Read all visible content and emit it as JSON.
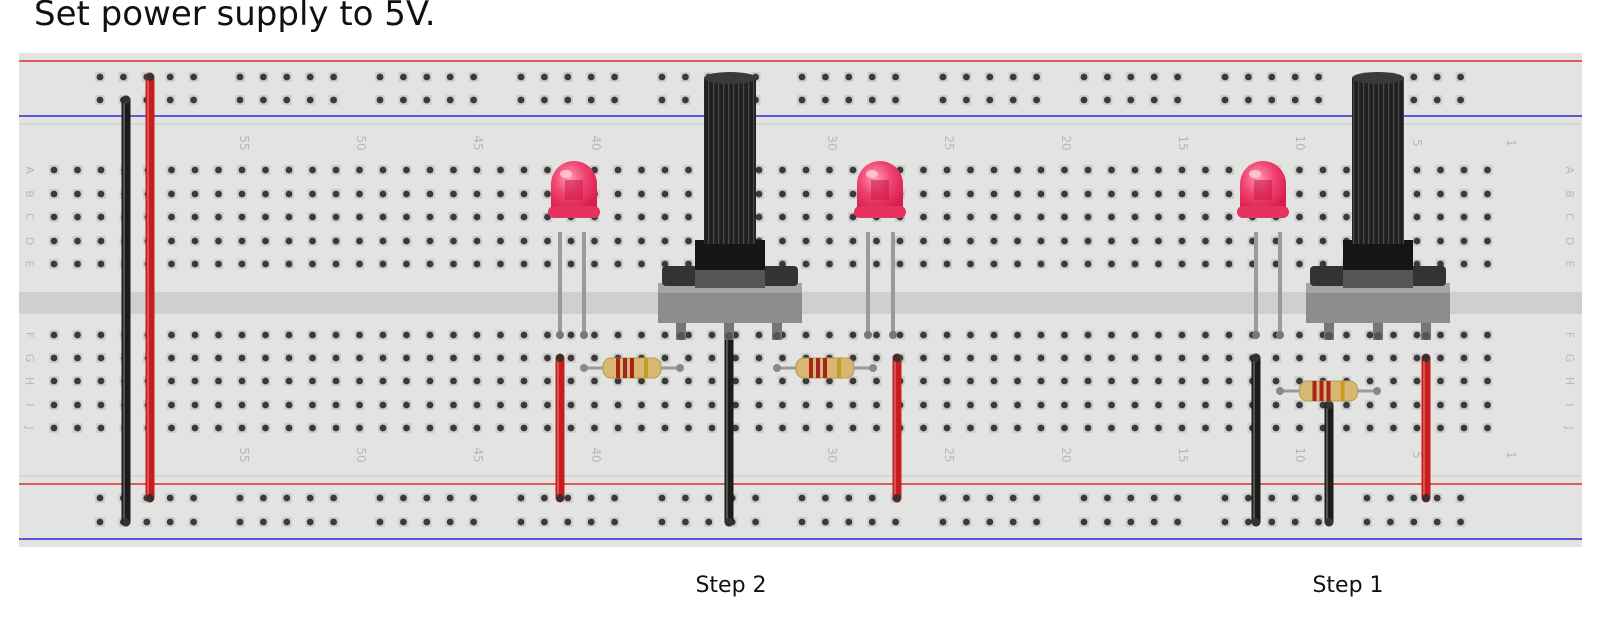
{
  "instruction": "Set power supply to 5V.",
  "steps": [
    {
      "label": "Step 2",
      "leds": 2,
      "resistors": 2,
      "potentiometer": true
    },
    {
      "label": "Step 1",
      "leds": 1,
      "resistors": 1,
      "potentiometer": true
    }
  ],
  "breadboard": {
    "row_letters": [
      "A",
      "B",
      "C",
      "D",
      "E",
      "F",
      "G",
      "H",
      "I",
      "J"
    ],
    "column_numbers": [
      "55",
      "50",
      "45",
      "40",
      "30",
      "25",
      "20",
      "15",
      "10",
      "5",
      "1"
    ],
    "colors": {
      "board": "#e3e3e2",
      "rail_red": "#d83030",
      "rail_blue": "#2a2ad8",
      "led": "#ee3d6b",
      "wire_red": "#c91c1c",
      "wire_black": "#1b1b1b",
      "resistor_body": "#d8b870",
      "pot_knob": "#1f1f1f"
    }
  }
}
